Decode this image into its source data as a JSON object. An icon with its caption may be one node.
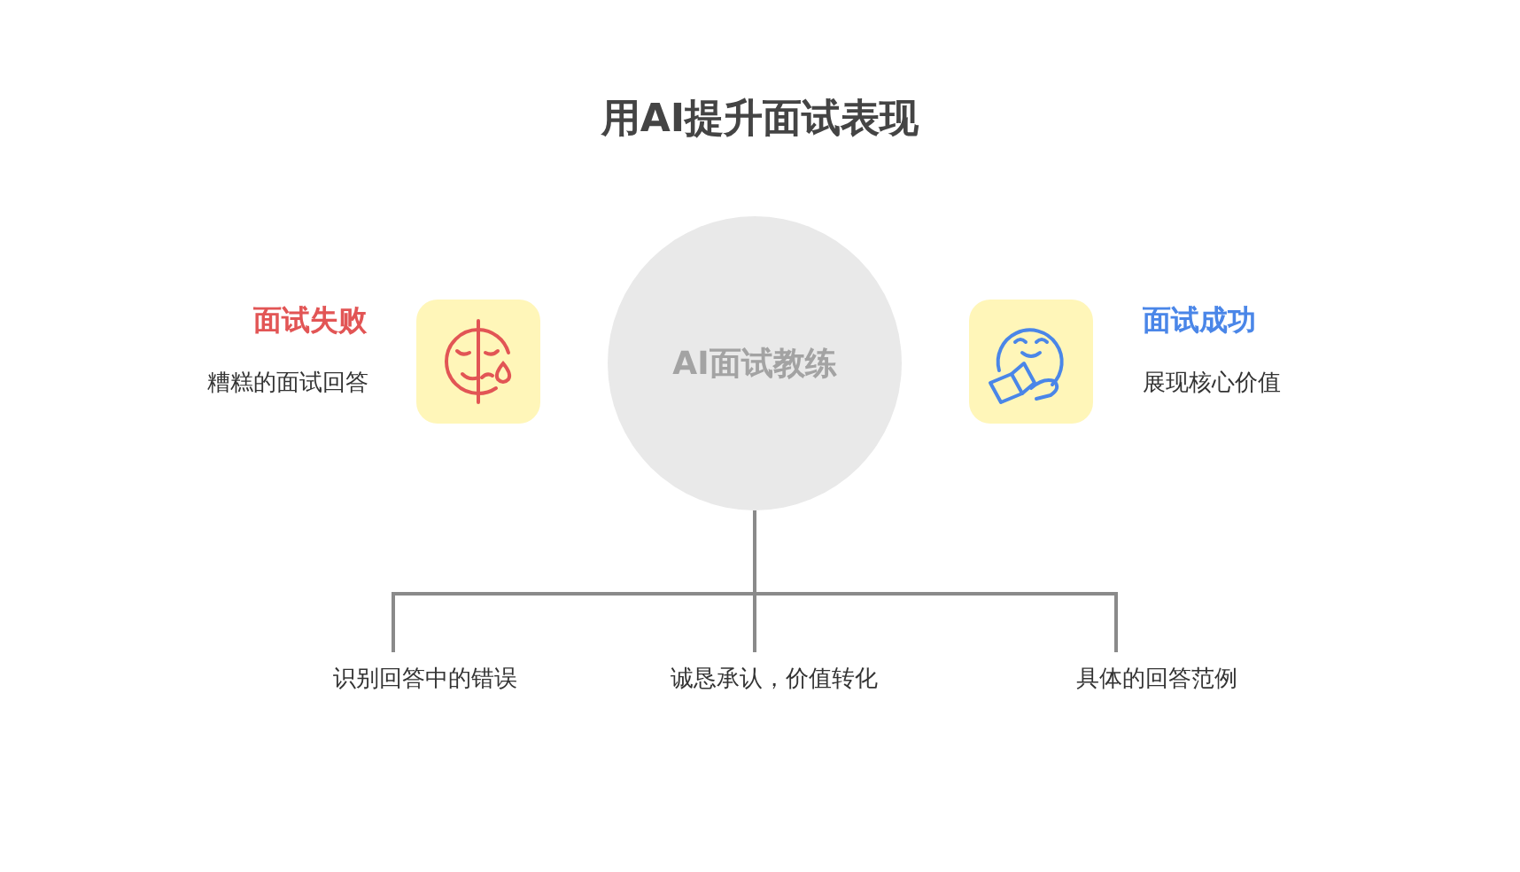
{
  "diagram": {
    "title": "用AI提升面试表现",
    "nodes": [
      {
        "text": [
          "AI面试教练"
        ]
      },
      {
        "text": [
          "识别回答中的错误"
        ]
      },
      {
        "text": [
          "诚恳承认，价值转化"
        ]
      },
      {
        "text": [
          "具体的回答范例"
        ]
      }
    ],
    "edges": [
      {
        "from": 0,
        "to": 1,
        "arrow": "none"
      },
      {
        "from": 0,
        "to": 2,
        "arrow": "none"
      },
      {
        "from": 0,
        "to": 3,
        "arrow": "none"
      }
    ],
    "labels": [
      "面试失败",
      "糟糕的面试回答",
      "面试成功",
      "展现核心价值"
    ]
  }
}
